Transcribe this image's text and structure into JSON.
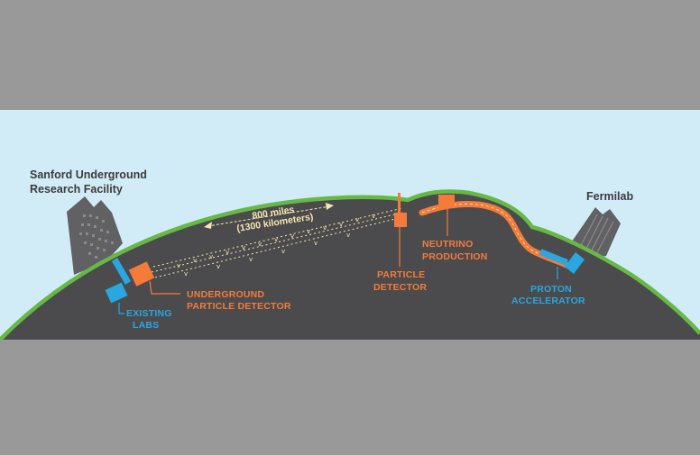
{
  "labels": {
    "sanford_line1": "Sanford Underground",
    "sanford_line2": "Research Facility",
    "fermilab": "Fermilab",
    "distance_line1": "800 miles",
    "distance_line2": "(1300 kilometers)",
    "neutrino_line1": "NEUTRINO",
    "neutrino_line2": "PRODUCTION",
    "particle_det_line1": "PARTICLE",
    "particle_det_line2": "DETECTOR",
    "underground_line1": "UNDERGROUND",
    "underground_line2": "PARTICLE DETECTOR",
    "existing_line1": "EXISTING",
    "existing_line2": "LABS",
    "proton_line1": "PROTON",
    "proton_line2": "ACCELERATOR"
  },
  "colors": {
    "background_gray": "#999999",
    "sky": "#d2ecf7",
    "earth": "#4b4b4d",
    "surface_green": "#67b946",
    "detector_orange": "#f47b3a",
    "lab_blue": "#2aa6e0",
    "beam_cream": "#f6e6b0",
    "building": "#616163"
  }
}
